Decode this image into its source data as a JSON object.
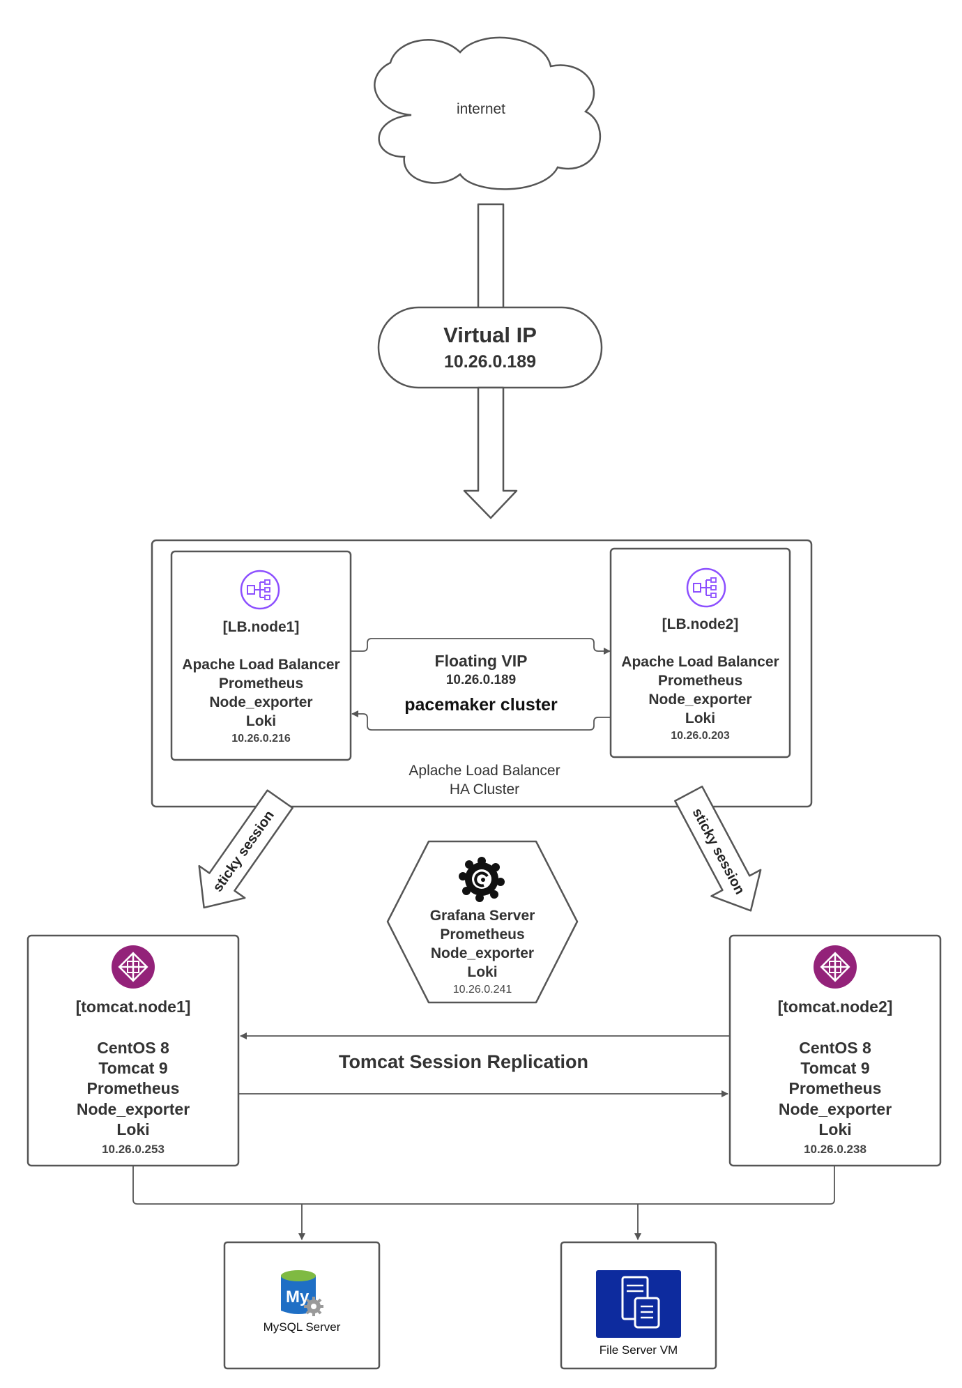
{
  "internet": {
    "label": "internet"
  },
  "virtual_ip": {
    "title": "Virtual IP",
    "ip": "10.26.0.189"
  },
  "lb_node1": {
    "name": "[LB.node1]",
    "services": [
      "Apache Load Balancer",
      "Prometheus",
      "Node_exporter",
      "Loki"
    ],
    "ip": "10.26.0.216",
    "icon": "load-balancer-icon"
  },
  "lb_node2": {
    "name": "[LB.node2]",
    "services": [
      "Apache Load Balancer",
      "Prometheus",
      "Node_exporter",
      "Loki"
    ],
    "ip": "10.26.0.203",
    "icon": "load-balancer-icon"
  },
  "floating_vip": {
    "title": "Floating VIP",
    "ip": "10.26.0.189",
    "cluster": "pacemaker cluster"
  },
  "lb_cluster": {
    "line1": "Aplache Load Balancer",
    "line2": "HA Cluster"
  },
  "sticky_left": "sticky session",
  "sticky_right": "sticky session",
  "grafana": {
    "services": [
      "Grafana Server",
      "Prometheus",
      "Node_exporter",
      "Loki"
    ],
    "ip": "10.26.0.241",
    "icon": "grafana-icon"
  },
  "tomcat_node1": {
    "name": "[tomcat.node1]",
    "services": [
      "CentOS 8",
      "Tomcat 9",
      "Prometheus",
      "Node_exporter",
      "Loki"
    ],
    "ip": "10.26.0.253",
    "icon": "centos-icon"
  },
  "tomcat_node2": {
    "name": "[tomcat.node2]",
    "services": [
      "CentOS 8",
      "Tomcat 9",
      "Prometheus",
      "Node_exporter",
      "Loki"
    ],
    "ip": "10.26.0.238",
    "icon": "centos-icon"
  },
  "replication": {
    "label": "Tomcat Session Replication"
  },
  "mysql": {
    "label": "MySQL Server",
    "icon": "mysql-icon"
  },
  "fileserver": {
    "label": "File Server VM",
    "icon": "file-server-icon"
  },
  "colors": {
    "stroke": "#555555",
    "text": "#333333",
    "purple": "#8C4FFF",
    "centos": "#932279",
    "fileserver": "#0D2B9E"
  }
}
